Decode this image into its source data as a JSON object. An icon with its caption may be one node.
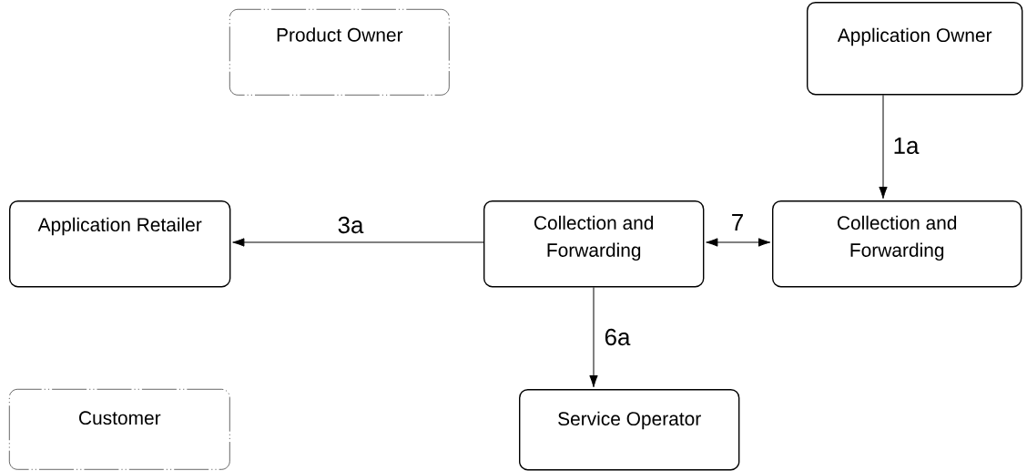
{
  "diagram": {
    "nodes": [
      {
        "text": [
          "Product Owner"
        ]
      },
      {
        "text": [
          "Application Owner"
        ]
      },
      {
        "text": [
          "Application Retailer"
        ]
      },
      {
        "text": [
          "Collection and Forwarding"
        ]
      },
      {
        "text": [
          "Collection and Forwarding"
        ]
      },
      {
        "text": [
          "Customer"
        ]
      },
      {
        "text": [
          "Service Operator"
        ]
      }
    ],
    "edges": [
      {
        "from": 1,
        "to": 4,
        "arrow": "to",
        "label": "1a"
      },
      {
        "from": 3,
        "to": 2,
        "arrow": "to",
        "label": "3a"
      },
      {
        "from": 3,
        "to": 4,
        "arrow": "both",
        "label": "7"
      },
      {
        "from": 3,
        "to": 6,
        "arrow": "to",
        "label": "6a"
      }
    ]
  }
}
